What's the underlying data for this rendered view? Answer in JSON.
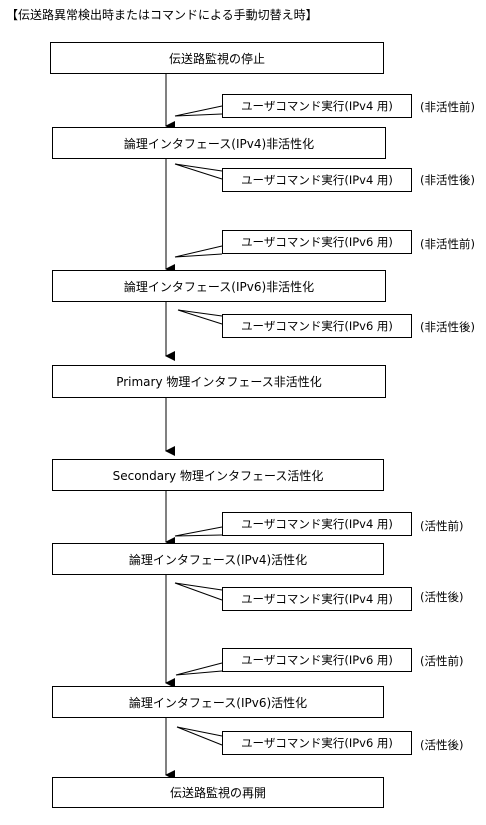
{
  "title": "【伝送路異常検出時またはコマンドによる手動切替え時】",
  "steps": [
    "伝送路監視の停止",
    "論理インタフェース(IPv4)非活性化",
    "論理インタフェース(IPv6)非活性化",
    "Primary 物理インタフェース非活性化",
    "Secondary 物理インタフェース活性化",
    "論理インタフェース(IPv4)活性化",
    "論理インタフェース(IPv6)活性化",
    "伝送路監視の再開"
  ],
  "callouts": [
    {
      "text": "ユーザコマンド実行(IPv4 用)",
      "state": "(非活性前)"
    },
    {
      "text": "ユーザコマンド実行(IPv4 用)",
      "state": "(非活性後)"
    },
    {
      "text": "ユーザコマンド実行(IPv6 用)",
      "state": "(非活性前)"
    },
    {
      "text": "ユーザコマンド実行(IPv6 用)",
      "state": "(非活性後)"
    },
    {
      "text": "ユーザコマンド実行(IPv4 用)",
      "state": "(活性前)"
    },
    {
      "text": "ユーザコマンド実行(IPv4 用)",
      "state": "(活性後)"
    },
    {
      "text": "ユーザコマンド実行(IPv6 用)",
      "state": "(活性前)"
    },
    {
      "text": "ユーザコマンド実行(IPv6 用)",
      "state": "(活性後)"
    }
  ]
}
